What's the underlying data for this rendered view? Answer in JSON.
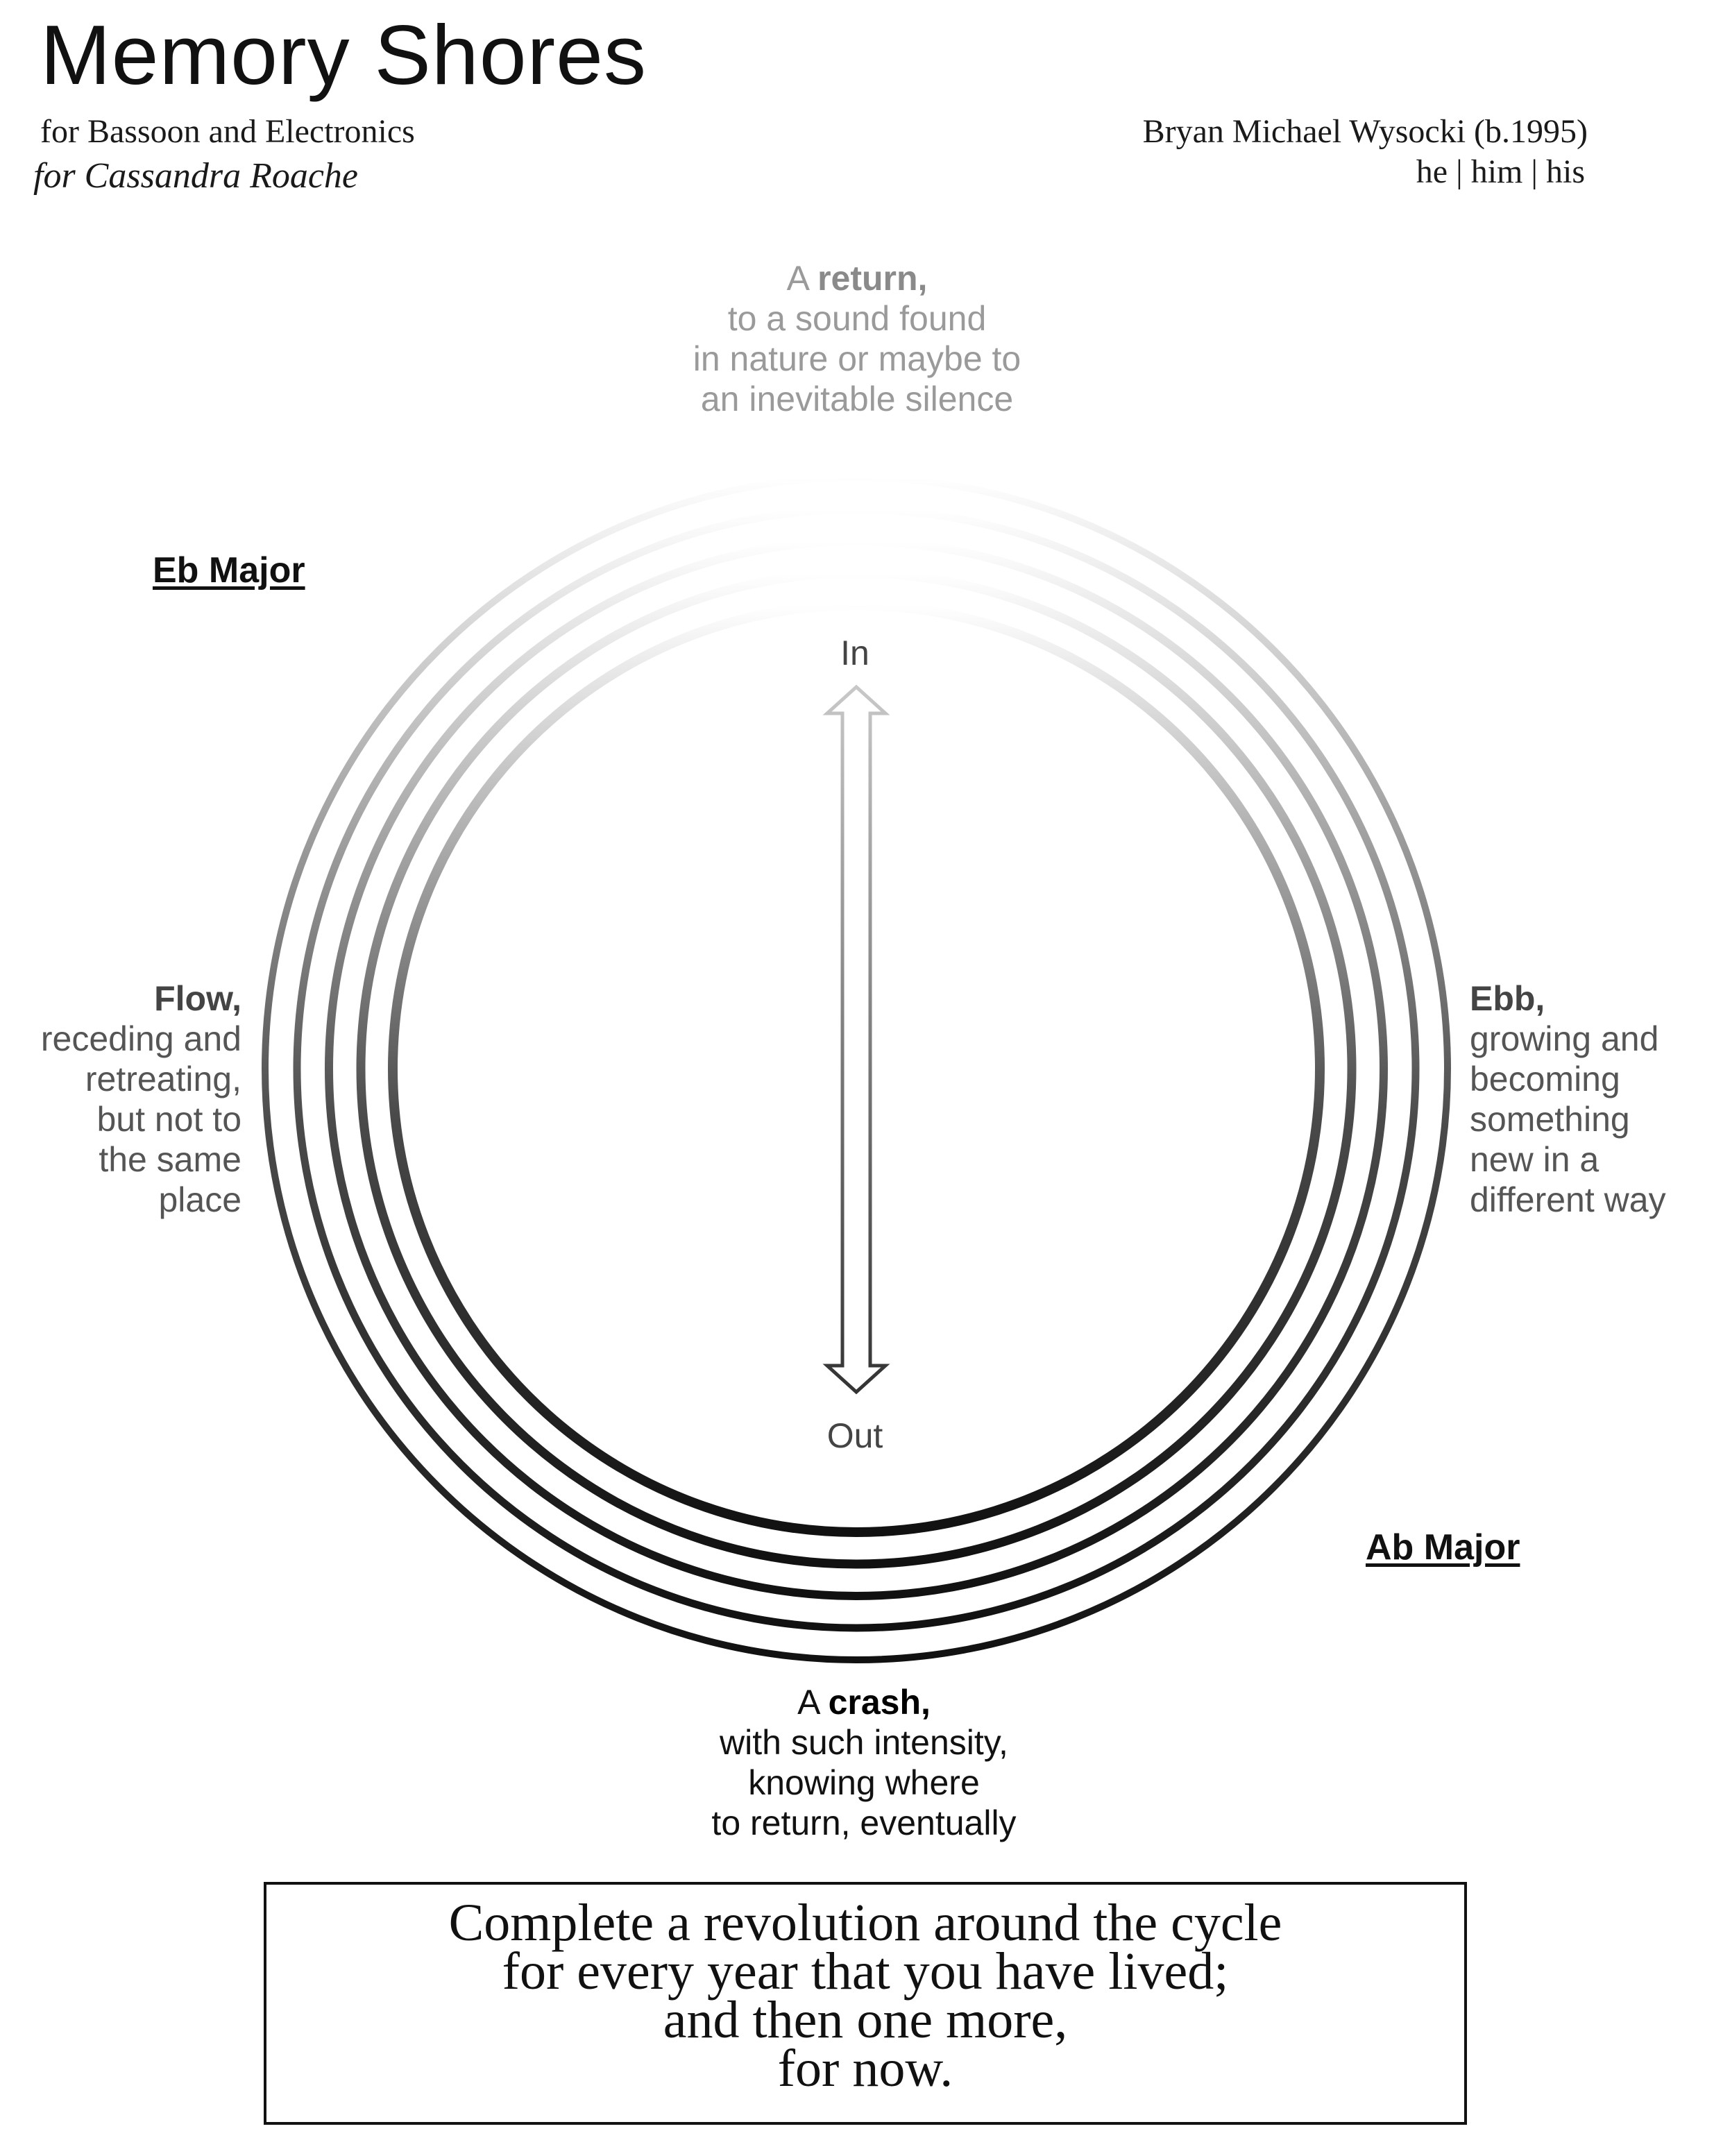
{
  "header": {
    "title": "Memory Shores",
    "subtitle": "for Bassoon and Electronics",
    "dedication": "for Cassandra Roache",
    "composer": "Bryan Michael Wysocki (b.1995)",
    "pronouns": "he | him | his"
  },
  "cycle": {
    "top": {
      "lead": "A",
      "word": "return,",
      "lines": [
        "to a sound found",
        "in nature or maybe to",
        "an inevitable silence"
      ]
    },
    "left": {
      "word": "Flow,",
      "lines": [
        "receding and",
        "retreating,",
        "but not to",
        "the same",
        "place"
      ]
    },
    "right": {
      "word": "Ebb,",
      "lines": [
        "growing and",
        "becoming",
        "something",
        "new in a",
        "different way"
      ]
    },
    "bottom": {
      "lead": "A",
      "word": "crash,",
      "lines": [
        "with such intensity,",
        "knowing where",
        "to return, eventually"
      ]
    },
    "key_top_left": "Eb Major",
    "key_bottom_right": "Ab Major",
    "arrow_in": "In",
    "arrow_out": "Out",
    "ring_count": 5
  },
  "instruction": {
    "lines": [
      "Complete a revolution around the cycle",
      "for every year that you have lived;",
      "and then one more,",
      "for now."
    ]
  },
  "colors": {
    "ring_dark": "#111111",
    "ring_light": "#ffffff",
    "arrow_light": "#c8c8c8",
    "arrow_dark": "#333333"
  }
}
